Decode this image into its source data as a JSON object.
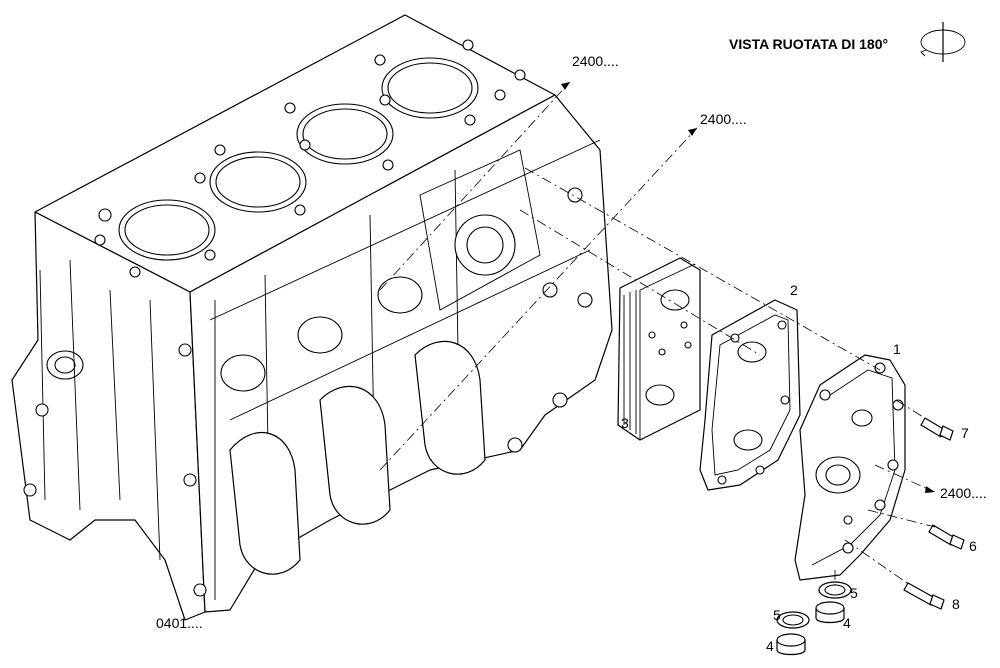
{
  "header": {
    "view_note": "VISTA RUOTATA DI 180°",
    "rotation_icon": "rotate-180-icon"
  },
  "refs": {
    "ref_top_1": "2400....",
    "ref_top_2": "2400....",
    "ref_right": "2400....",
    "ref_bottom": "0401...."
  },
  "callouts": {
    "c1": "1",
    "c2": "2",
    "c3": "3",
    "c4a": "4",
    "c4b": "4",
    "c5a": "5",
    "c5b": "5",
    "c6": "6",
    "c7": "7",
    "c8": "8"
  }
}
